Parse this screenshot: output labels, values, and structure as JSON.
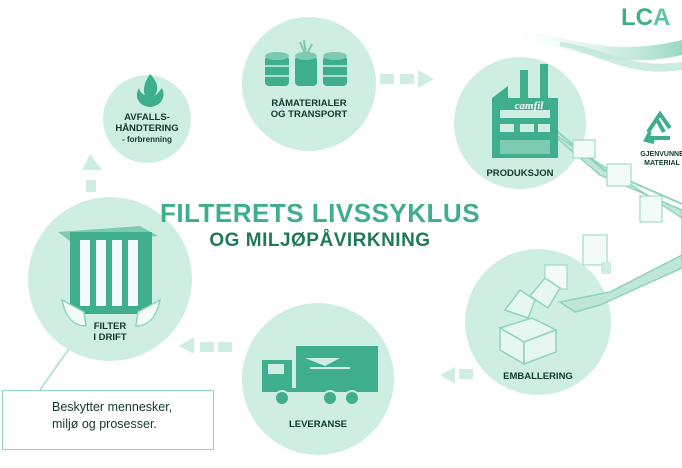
{
  "logo": {
    "text_l": "L",
    "text_c": "C",
    "text_a": "A"
  },
  "title": {
    "line1": "FILTERETS LIVSSYKLUS",
    "line2": "OG MILJØPÅVIRKNING"
  },
  "stages": {
    "raw_materials": {
      "line1": "RÅMATERIALER",
      "line2": "OG TRANSPORT"
    },
    "production": {
      "label": "PRODUKSJON",
      "brand": "camfil"
    },
    "packaging": {
      "label": "EMBALLERING"
    },
    "delivery": {
      "label": "LEVERANSE"
    },
    "operation": {
      "line1": "FILTER",
      "line2": "I DRIFT"
    },
    "waste": {
      "line1": "AVFALLS-",
      "line2": "HÅNDTERING",
      "line3": "- forbrenning"
    }
  },
  "recycled": {
    "line1": "GJENVUNNE",
    "line2": "MATERIAL"
  },
  "info": {
    "line1": "Beskytter mennesker,",
    "line2": "miljø og prosesser."
  },
  "colors": {
    "circle_fill": "#cfeee2",
    "accent": "#3fae8c",
    "dark": "#1f7a5c",
    "text": "#10392d"
  },
  "icons": [
    "fire-icon",
    "barrels-icon",
    "factory-icon",
    "recycle-icon",
    "box-icon",
    "truck-icon",
    "filter-icon",
    "hands-leaf-icon"
  ]
}
